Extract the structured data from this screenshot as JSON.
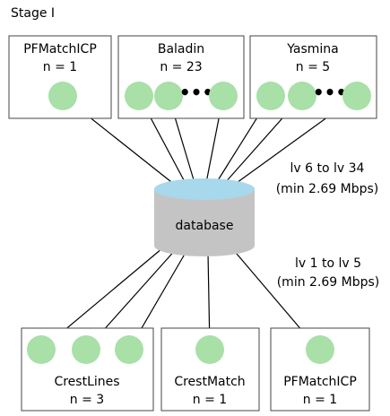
{
  "stage_title": "Stage I",
  "top_groups": [
    {
      "name": "PFMatchICP",
      "count_label": "n = 1"
    },
    {
      "name": "Baladin",
      "count_label": "n = 23"
    },
    {
      "name": "Yasmina",
      "count_label": "n = 5"
    }
  ],
  "bottom_groups": [
    {
      "name": "CrestLines",
      "count_label": "n = 3"
    },
    {
      "name": "CrestMatch",
      "count_label": "n = 1"
    },
    {
      "name": "PFMatchICP",
      "count_label": "n = 1"
    }
  ],
  "database": {
    "label": "database"
  },
  "upper_link": {
    "line1": "lv 6 to lv 34",
    "line2": "(min 2.69 Mbps)"
  },
  "lower_link": {
    "line1": "lv 1 to lv 5",
    "line2": "(min 2.69 Mbps)"
  },
  "ellipsis": "•••",
  "colors": {
    "node": "#a8e0a8",
    "db_top": "#a8d8ec",
    "db_body": "#c4c4c4"
  }
}
